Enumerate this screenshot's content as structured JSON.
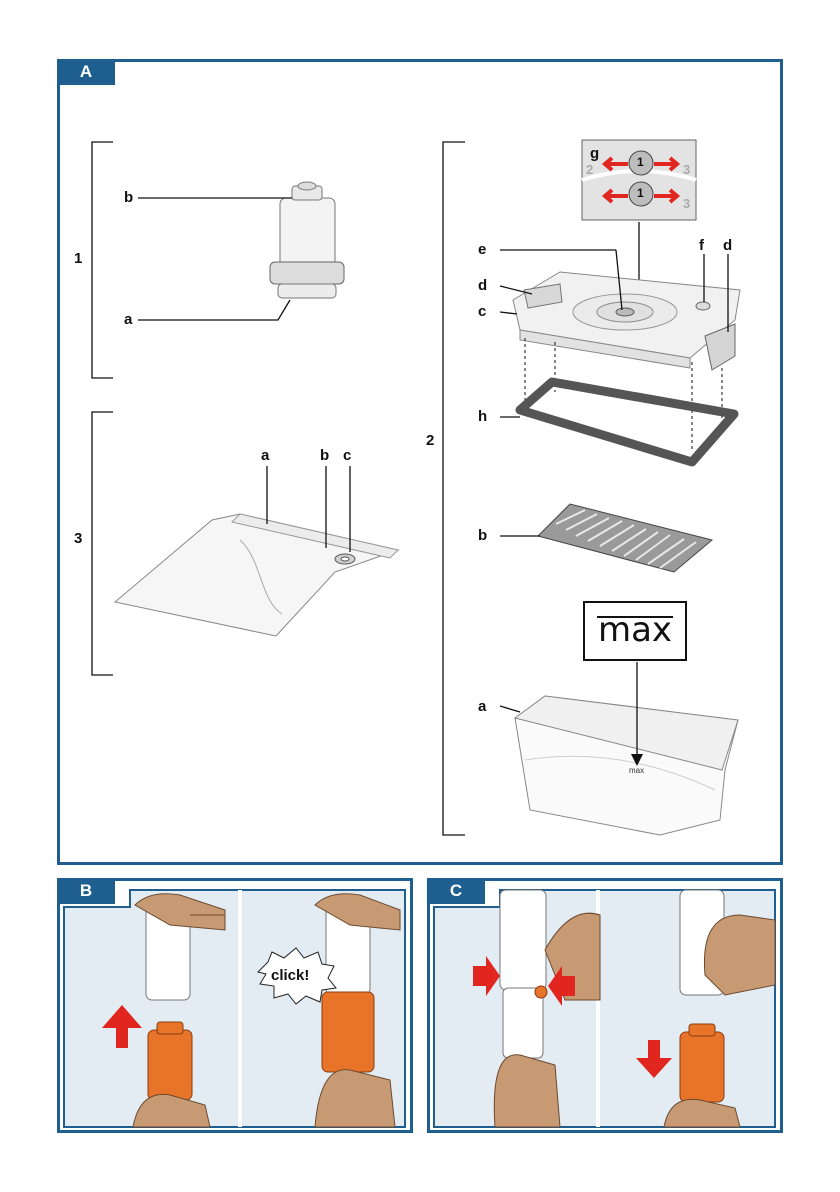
{
  "panel_a": {
    "tag": "A",
    "groups": {
      "g1": "1",
      "g2": "2",
      "g3": "3"
    },
    "group1": {
      "b": "b",
      "a": "a"
    },
    "group3": {
      "a": "a",
      "b": "b",
      "c": "c"
    },
    "group2": {
      "g": "g",
      "e": "e",
      "f": "f",
      "d_left": "d",
      "d_right": "d",
      "c": "c",
      "h": "h",
      "b": "b",
      "a": "a",
      "dial_num_top": "1",
      "dial_num_bottom": "1",
      "dial_left": "2",
      "dial_right_top": "3",
      "dial_right_bottom": "3",
      "max_big": "max",
      "max_small": "max"
    }
  },
  "panel_b": {
    "tag": "B",
    "click": "click!"
  },
  "panel_c": {
    "tag": "C"
  },
  "colors": {
    "frame": "#1f5f8f",
    "accent_orange": "#e8742a",
    "arrow_red": "#e0261f",
    "skin": "#c89a74",
    "bg_blue": "#e3ebf3"
  }
}
